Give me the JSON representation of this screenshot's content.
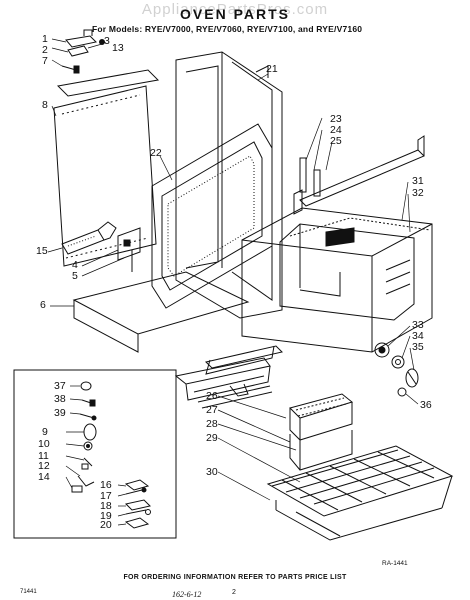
{
  "watermark": "AppliancePartsPros.com",
  "title": "OVEN PARTS",
  "models": "For Models: RYE/V7000, RYE/V7060, RYE/V7100, and RYE/V7160",
  "callouts": [
    "1",
    "2",
    "3",
    "13",
    "7",
    "8",
    "21",
    "22",
    "23",
    "24",
    "25",
    "15",
    "4",
    "5",
    "31",
    "32",
    "6",
    "33",
    "34",
    "35",
    "36",
    "37",
    "38",
    "39",
    "9",
    "10",
    "11",
    "12",
    "14",
    "26",
    "27",
    "28",
    "29",
    "30",
    "16",
    "17",
    "18",
    "19",
    "20"
  ],
  "footer": {
    "ordering": "FOR ORDERING INFORMATION REFER TO PARTS PRICE LIST",
    "code": "71441",
    "page": "2",
    "ref": "RA-1441",
    "handwritten": "162-6-12"
  }
}
